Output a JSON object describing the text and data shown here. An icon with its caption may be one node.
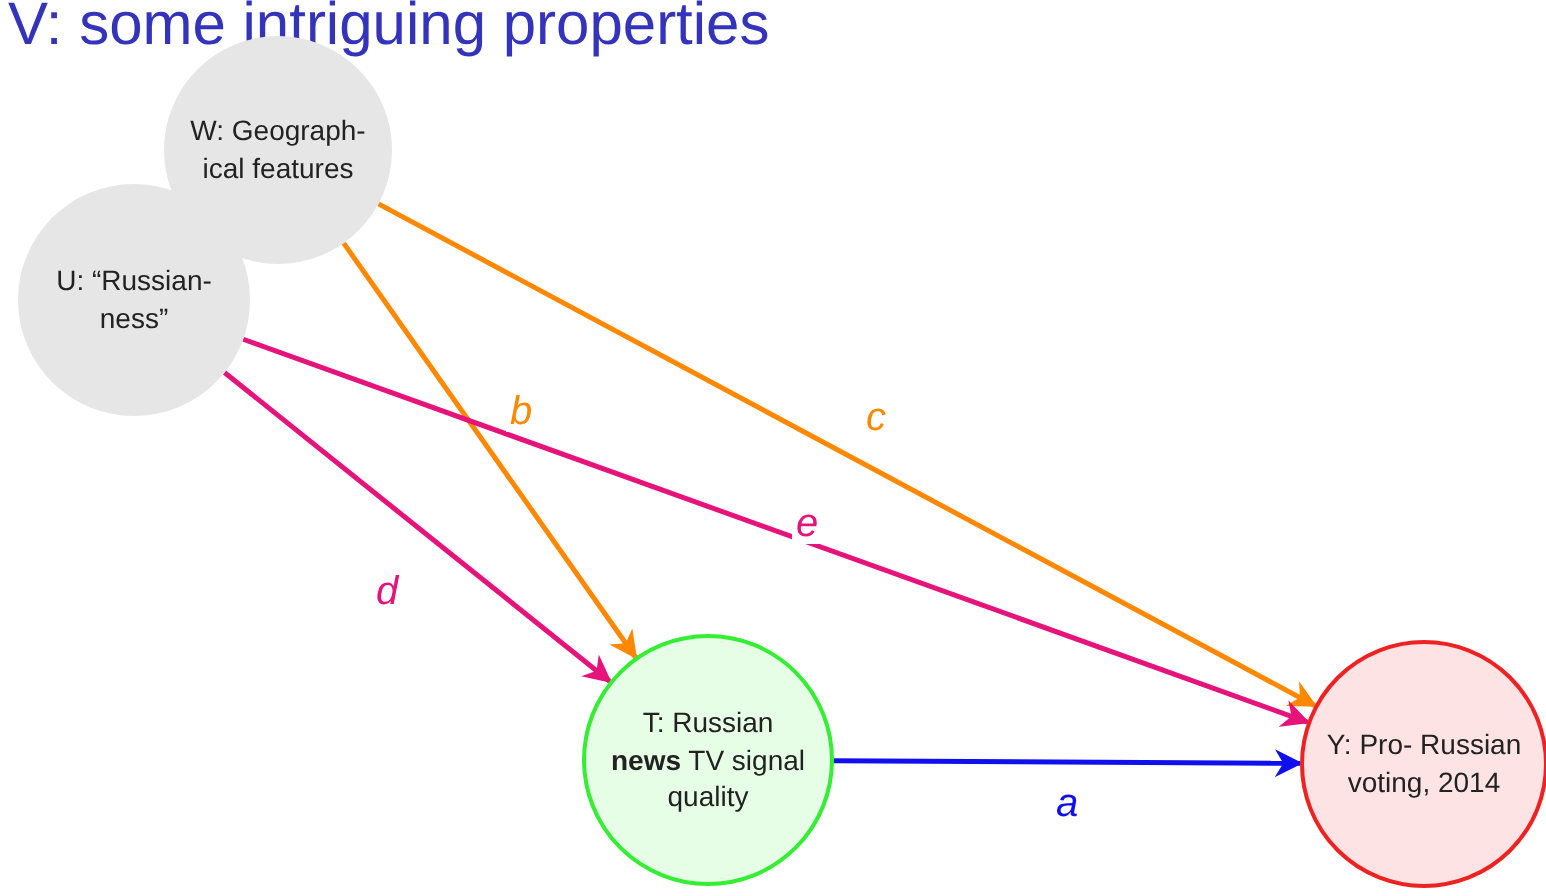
{
  "diagram": {
    "title": "V: some intriguing properties",
    "nodes": [
      {
        "text": [
          "W: Geograph- ical features"
        ]
      },
      {
        "text": [
          "U: “Russian- ness”"
        ]
      },
      {
        "text": [
          "T: Russian **news** TV signal quality"
        ]
      },
      {
        "text": [
          "Y: Pro- Russian voting, 2014"
        ]
      }
    ],
    "edges": [
      {
        "from": 0,
        "to": 2,
        "arrow": "to",
        "label": "b",
        "color": "#ff8800"
      },
      {
        "from": 0,
        "to": 3,
        "arrow": "to",
        "label": "c",
        "color": "#ff8800"
      },
      {
        "from": 1,
        "to": 3,
        "arrow": "to",
        "label": "e",
        "color": "#e6137a"
      },
      {
        "from": 1,
        "to": 2,
        "arrow": "to",
        "label": "d",
        "color": "#e6137a"
      },
      {
        "from": 2,
        "to": 3,
        "arrow": "to",
        "label": "a",
        "color": "#1010ee"
      }
    ]
  }
}
